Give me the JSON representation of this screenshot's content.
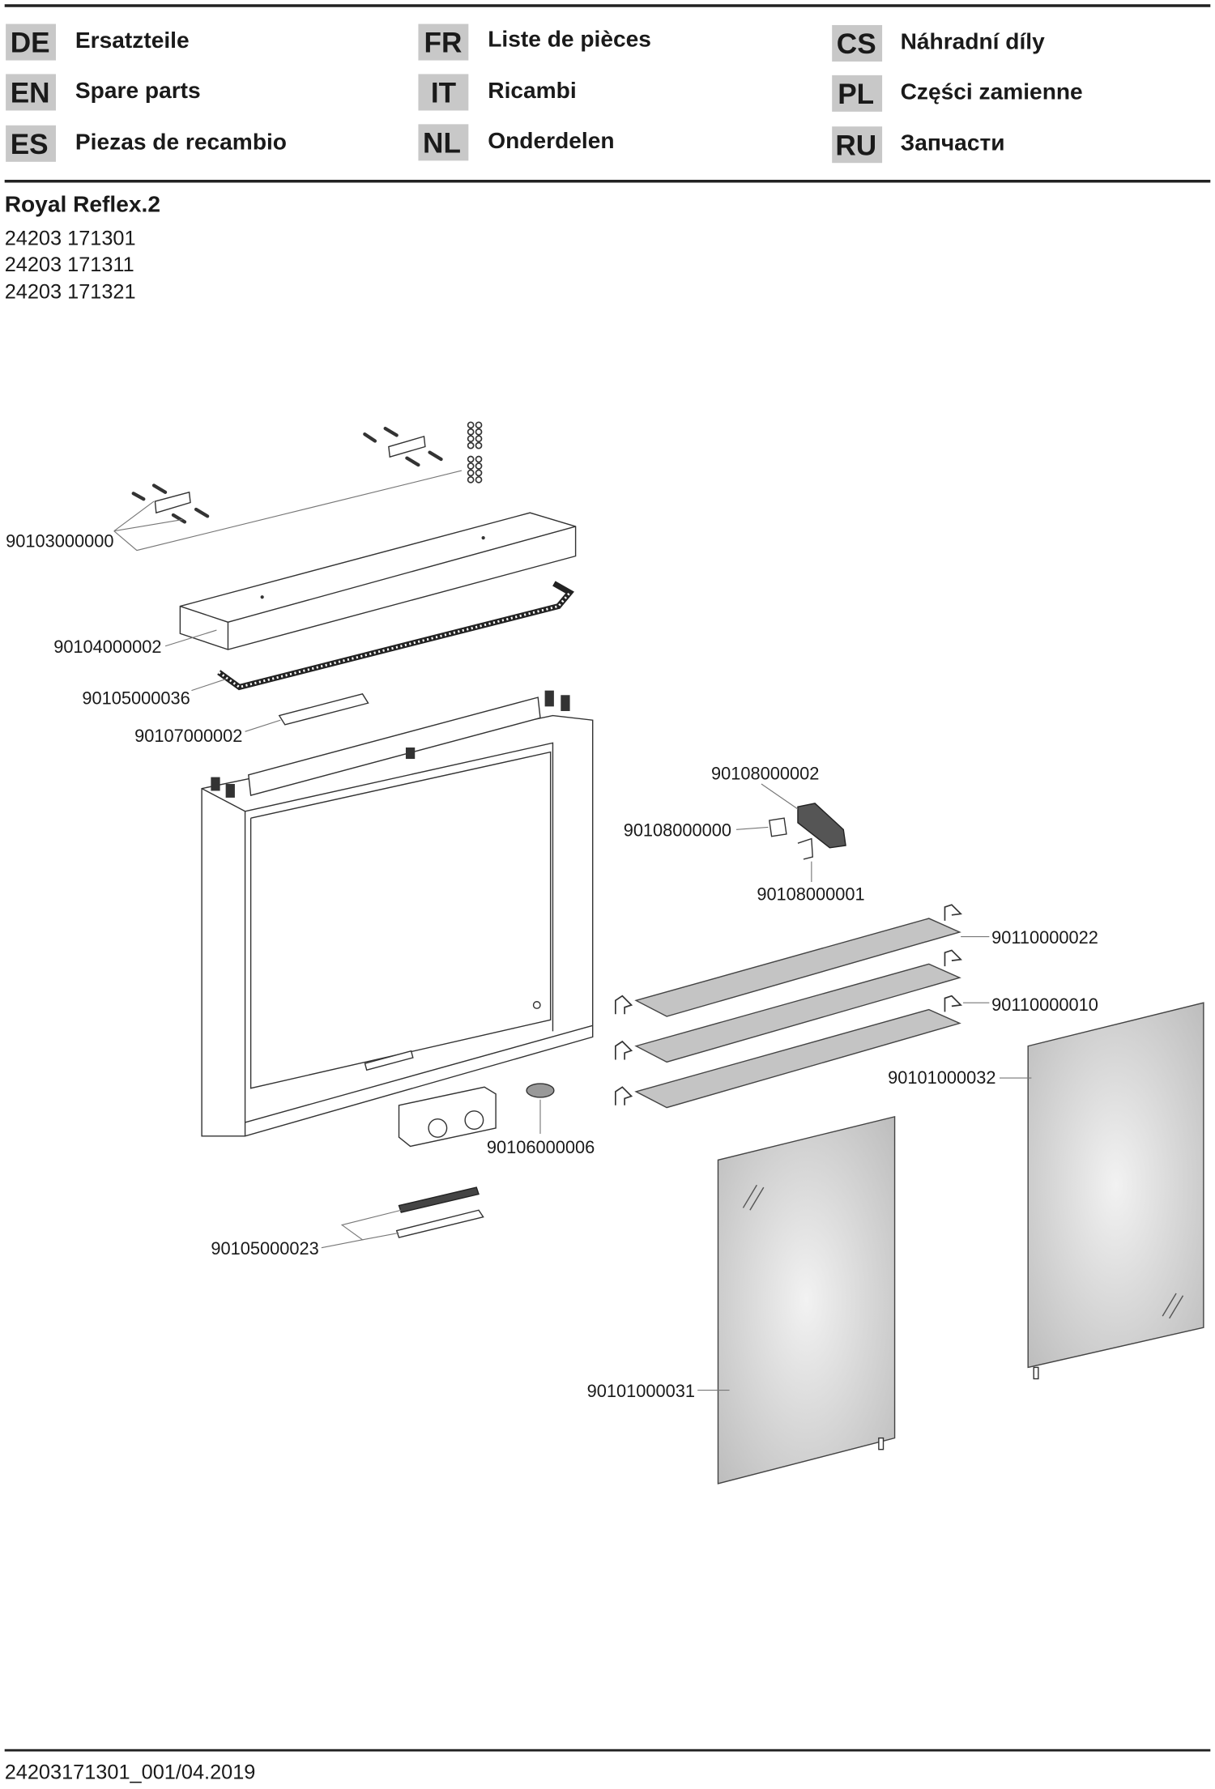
{
  "languages": [
    {
      "code": "DE",
      "label": "Ersatzteile"
    },
    {
      "code": "EN",
      "label": "Spare parts"
    },
    {
      "code": "ES",
      "label": "Piezas de recambio"
    },
    {
      "code": "FR",
      "label": "Liste de pièces"
    },
    {
      "code": "IT",
      "label": "Ricambi"
    },
    {
      "code": "NL",
      "label": "Onderdelen"
    },
    {
      "code": "CS",
      "label": "Náhradní díly"
    },
    {
      "code": "PL",
      "label": "Części zamienne"
    },
    {
      "code": "RU",
      "label": "Запчасти"
    }
  ],
  "product": {
    "name": "Royal Reflex.2",
    "article_numbers": [
      "24203 171301",
      "24203 171311",
      "24203 171321"
    ]
  },
  "parts": {
    "wall_fixing_set": "90103000000",
    "top_cover": "90104000002",
    "led_strip": "90105000036",
    "led_driver": "90107000002",
    "hinge": "90108000002",
    "hinge_cover": "90108000000",
    "hinge_clip": "90108000001",
    "glass_shelf": "90110000022",
    "shelf_support": "90110000010",
    "mirror_door_right": "90101000032",
    "socket_module": "90106000006",
    "bottom_light": "90105000023",
    "mirror_door_left": "90101000031"
  },
  "footer": {
    "doc_id": "24203171301_001/04.2019"
  }
}
